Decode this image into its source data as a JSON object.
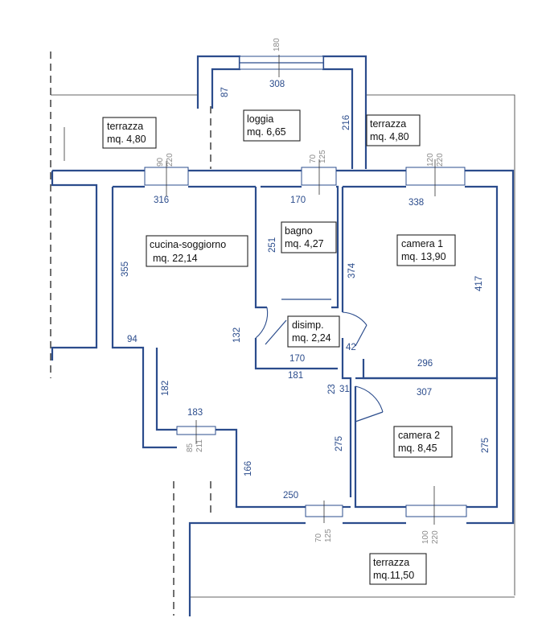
{
  "rooms": [
    {
      "id": "terrazza-left",
      "name": "terrazza",
      "area": "mq. 4,80"
    },
    {
      "id": "loggia",
      "name": "loggia",
      "area": "mq. 6,65"
    },
    {
      "id": "terrazza-right",
      "name": "terrazza",
      "area": "mq. 4,80"
    },
    {
      "id": "cucina",
      "name": "cucina-soggiorno",
      "area": "mq. 22,14"
    },
    {
      "id": "bagno",
      "name": "bagno",
      "area": "mq. 4,27"
    },
    {
      "id": "camera1",
      "name": "camera 1",
      "area": "mq. 13,90"
    },
    {
      "id": "disimp",
      "name": "disimp.",
      "area": "mq. 2,24"
    },
    {
      "id": "camera2",
      "name": "camera 2",
      "area": "mq. 8,45"
    },
    {
      "id": "terrazza-bottom",
      "name": "terrazza",
      "area": "mq.11,50"
    }
  ],
  "dimensions": {
    "loggia_width": "308",
    "loggia_left": "87",
    "loggia_right": "216",
    "cucina_width": "316",
    "bagno_width": "170",
    "camera1_width": "338",
    "bagno_height": "251",
    "cucina_height": "355",
    "wall_374": "374",
    "camera1_height": "417",
    "cucina_94": "94",
    "disimp_132": "132",
    "disimp_170": "170",
    "disimp_42": "42",
    "camera1_296": "296",
    "cucina_182": "182",
    "d_181": "181",
    "d_23": "23",
    "d_31": "31",
    "camera2_width": "307",
    "d_183": "183",
    "d_275a": "275",
    "camera2_height": "275",
    "d_166": "166",
    "d_250": "250"
  },
  "windows": {
    "w_top": "180",
    "w_terr_l_a": "90",
    "w_terr_l_b": "220",
    "w_bagno_a": "70",
    "w_bagno_b": "125",
    "w_cam1_a": "120",
    "w_cam1_b": "220",
    "w_cuc_a": "85",
    "w_cuc_b": "211",
    "w_bot_a": "70",
    "w_bot_b": "125",
    "w_cam2_a": "100",
    "w_cam2_b": "220"
  }
}
